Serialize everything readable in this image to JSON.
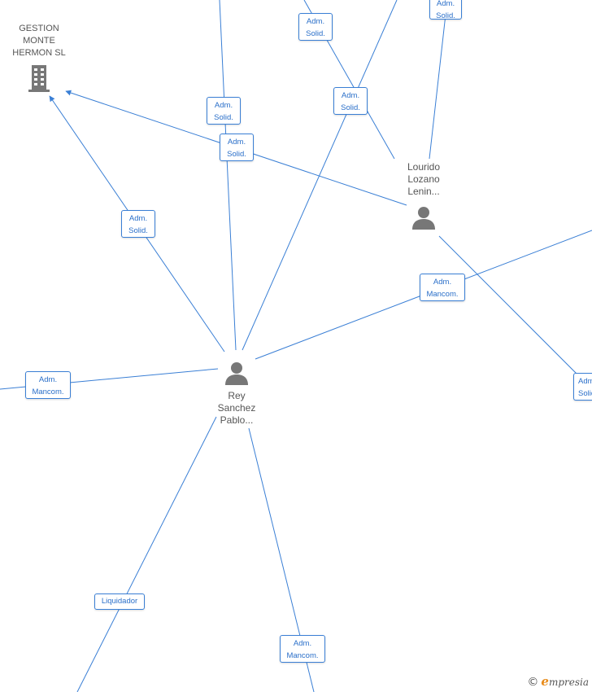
{
  "colors": {
    "edge": "#3a7fd5",
    "label_text": "#2a6fc9",
    "node_icon": "#777777",
    "brand_accent": "#e88b1a"
  },
  "nodes": {
    "company": {
      "lines": [
        "GESTION",
        "MONTE",
        "HERMON  SL"
      ],
      "icon": "building-icon"
    },
    "person_rey": {
      "lines": [
        "Rey",
        "Sanchez",
        "Pablo..."
      ],
      "icon": "person-icon"
    },
    "person_lourido": {
      "lines": [
        "Lourido",
        "Lozano",
        "Lenin..."
      ],
      "icon": "person-icon"
    }
  },
  "relations": [
    {
      "lines": [
        "Adm.",
        "Solid."
      ]
    },
    {
      "lines": [
        "Adm.",
        "Solid."
      ]
    },
    {
      "lines": [
        "Adm.",
        "Solid."
      ]
    },
    {
      "lines": [
        "Adm.",
        "Solid."
      ]
    },
    {
      "lines": [
        "Adm.",
        "Solid."
      ]
    },
    {
      "lines": [
        "Adm.",
        "Solid."
      ]
    },
    {
      "lines": [
        "Adm.",
        "Mancom."
      ]
    },
    {
      "lines": [
        "Adm.",
        "Mancom."
      ]
    },
    {
      "lines": [
        "Adm.",
        "Solid."
      ]
    },
    {
      "lines": [
        "Liquidador"
      ]
    },
    {
      "lines": [
        "Adm.",
        "Mancom."
      ]
    }
  ],
  "brand": {
    "copyright": "©",
    "initial": "e",
    "name": "mpresia"
  }
}
